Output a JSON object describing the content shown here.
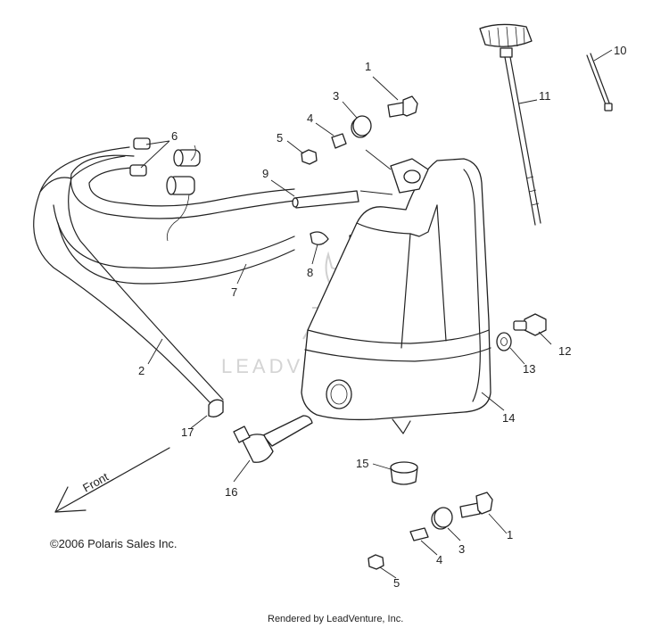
{
  "callouts": {
    "c1a": "1",
    "c1b": "1",
    "c2": "2",
    "c3a": "3",
    "c3b": "3",
    "c4a": "4",
    "c4b": "4",
    "c5a": "5",
    "c5b": "5",
    "c6": "6",
    "c7": "7",
    "c8": "8",
    "c9": "9",
    "c10": "10",
    "c11": "11",
    "c12": "12",
    "c13": "13",
    "c14": "14",
    "c15": "15",
    "c16": "16",
    "c17": "17"
  },
  "front_label": "Front",
  "copyright": "©2006 Polaris Sales Inc.",
  "rendered_by": "Rendered by LeadVenture, Inc.",
  "watermark": "LEADVENTURE"
}
